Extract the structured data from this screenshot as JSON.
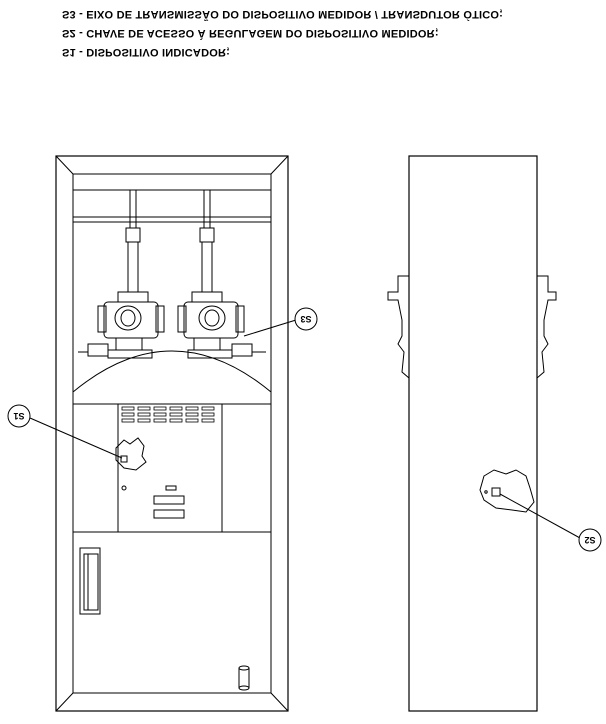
{
  "legend": {
    "s3": "S3 - EIXO DE TRANSMISSÃO DO DISPOSITIVO MEDIDOR / TRANSDUTOR ÓTICO;",
    "s2": "S2 - CHAVE DE ACESSO À REGULAGEM DO DISPOSITIVO MEDIDOR;",
    "s1": "S1 - DISPOSITIVO INDICADOR;"
  },
  "callouts": {
    "s1": "S1",
    "s2": "S2",
    "s3": "S3"
  },
  "colors": {
    "line": "#000000",
    "background": "#ffffff"
  }
}
